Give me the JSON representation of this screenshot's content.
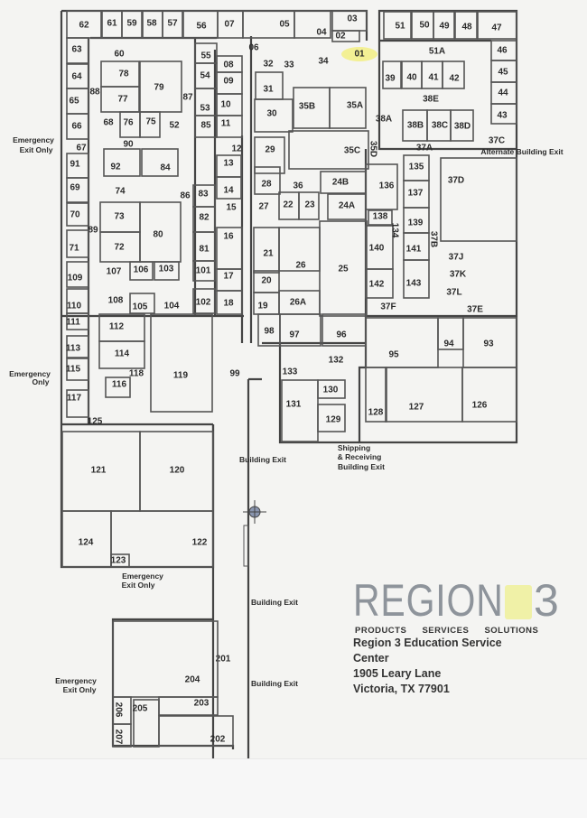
{
  "rooms": [
    "62",
    "61",
    "59",
    "58",
    "57",
    "56",
    "07",
    "05",
    "04",
    "03",
    "02",
    "01",
    "06",
    "51",
    "50",
    "49",
    "48",
    "47",
    "46",
    "45",
    "44",
    "43",
    "51A",
    "39",
    "40",
    "41",
    "42",
    "38E",
    "38A",
    "38B",
    "38C",
    "38D",
    "37A",
    "37C",
    "35D",
    "35C",
    "35A",
    "35B",
    "34",
    "33",
    "32",
    "31",
    "30",
    "29",
    "28",
    "27",
    "22",
    "23",
    "36",
    "24B",
    "24A",
    "135",
    "136",
    "137",
    "138",
    "139",
    "140",
    "141",
    "142",
    "143",
    "134",
    "37B",
    "37D",
    "37J",
    "37K",
    "37L",
    "37E",
    "37F",
    "21",
    "26",
    "25",
    "20",
    "19",
    "26A",
    "98",
    "97",
    "96",
    "95",
    "94",
    "93",
    "133",
    "132",
    "130",
    "131",
    "129",
    "128",
    "127",
    "126",
    "63",
    "60",
    "78",
    "79",
    "77",
    "88",
    "64",
    "65",
    "66",
    "68",
    "76",
    "75",
    "52",
    "87",
    "55",
    "54",
    "53",
    "85",
    "08",
    "09",
    "10",
    "11",
    "12",
    "13",
    "14",
    "15",
    "67",
    "90",
    "92",
    "84",
    "91",
    "69",
    "74",
    "86",
    "83",
    "82",
    "80",
    "73",
    "72",
    "70",
    "89",
    "71",
    "81",
    "16",
    "17",
    "18",
    "109",
    "107",
    "106",
    "103",
    "101",
    "108",
    "105",
    "104",
    "102",
    "110",
    "111",
    "112",
    "113",
    "114",
    "115",
    "118",
    "116",
    "119",
    "99",
    "117",
    "125",
    "121",
    "120",
    "124",
    "122",
    "123",
    "201",
    "204",
    "203",
    "205",
    "206",
    "207",
    "202"
  ],
  "exits": {
    "emergency_1": [
      "Emergency",
      "Exit Only"
    ],
    "emergency_2": [
      "Emergency",
      "Only"
    ],
    "alternate": "Alternate Building Exit",
    "building_exit_1": "Building Exit",
    "shipping": [
      "Shipping",
      "& Receiving",
      "Building Exit"
    ],
    "emergency_3": [
      "Emergency",
      "Exit Only"
    ],
    "building_exit_2": "Building Exit",
    "building_exit_3": "Building Exit",
    "emergency_4": [
      "Emergency",
      "Exit Only"
    ]
  },
  "logo": {
    "word": "REGION",
    "number": "3",
    "tagline": "PRODUCTS SERVICES SOLUTIONS"
  },
  "address": {
    "org_line1": "Region 3 Education Service",
    "org_line2": "Center",
    "street": "1905 Leary Lane",
    "city": "Victoria, TX 77901"
  },
  "colors": {
    "highlight": "#f3f08a",
    "ink": "#2a2a2a",
    "logo_gray": "#8e949b"
  }
}
